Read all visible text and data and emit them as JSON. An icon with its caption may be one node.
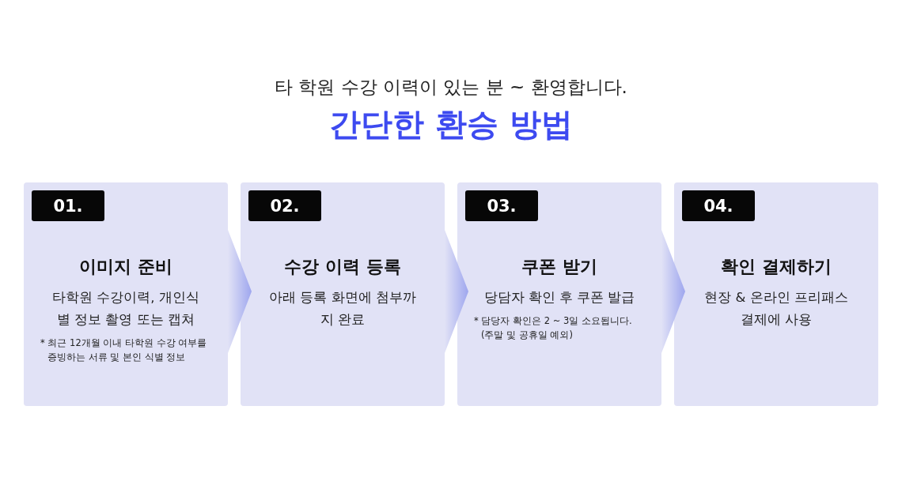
{
  "diagram": {
    "title": "간단한 환승 방법",
    "nodes": [
      {
        "text": [
          "이미지 준비",
          "타학원 수강이력, 개인식별 정보 촬영 또는 캡쳐",
          "* 최근 12개월 이내 타학원 수강 여부를 증빙하는 서류 및 본인 식별 정보"
        ]
      },
      {
        "text": [
          "01."
        ],
        "in": 0
      },
      {
        "text": [
          "수강 이력 등록",
          "아래 등록 화면에 첨부까지 완료"
        ]
      },
      {
        "text": [
          "02."
        ],
        "in": 2
      },
      {
        "text": [
          "쿠폰 받기",
          "당담자 확인 후 쿠폰 발급",
          "* 담당자 확인은 2 ~ 3일 소요됩니다. (주말 및 공휴일 예외)"
        ]
      },
      {
        "text": [
          "03."
        ],
        "in": 4
      },
      {
        "text": [
          "확인 결제하기",
          "현장 & 온라인 프리패스 결제에 사용"
        ]
      },
      {
        "text": [
          "04."
        ],
        "in": 6
      }
    ],
    "edges": [
      {
        "from": 0,
        "to": 2,
        "arrow": "to"
      },
      {
        "from": 2,
        "to": 4,
        "arrow": "to"
      },
      {
        "from": 4,
        "to": 6,
        "arrow": "to"
      }
    ],
    "labels": [
      "타 학원 수강 이력이 있는 분 ~ 환영합니다."
    ]
  }
}
